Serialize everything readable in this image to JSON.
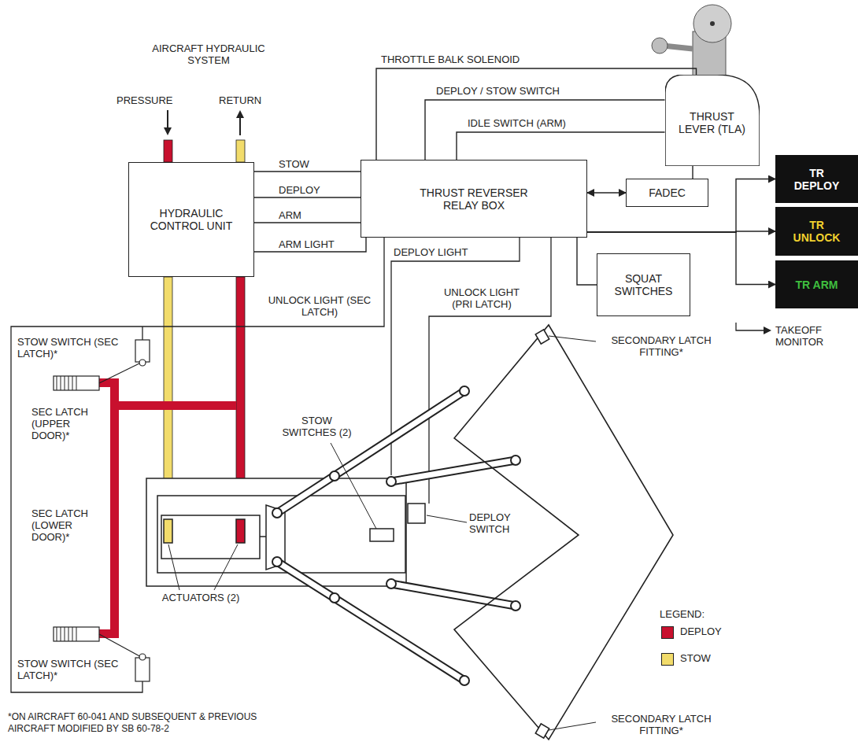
{
  "diagram": {
    "nodes": [
      {
        "text": [
          "HYDRAULIC CONTROL UNIT"
        ]
      },
      {
        "text": [
          "THRUST REVERSER RELAY BOX"
        ]
      },
      {
        "text": [
          "THRUST LEVER (TLA)"
        ]
      },
      {
        "text": [
          "FADEC"
        ]
      },
      {
        "text": [
          "SQUAT SWITCHES"
        ]
      },
      {
        "text": [
          "TR DEPLOY"
        ]
      },
      {
        "text": [
          "TR UNLOCK"
        ]
      },
      {
        "text": [
          "TR ARM"
        ]
      }
    ],
    "edges": [
      {
        "from": 0,
        "to": 1,
        "arrow": "none",
        "label": "STOW"
      },
      {
        "from": 0,
        "to": 1,
        "arrow": "none",
        "label": "DEPLOY"
      },
      {
        "from": 0,
        "to": 1,
        "arrow": "none",
        "label": "ARM"
      },
      {
        "from": 0,
        "to": 1,
        "arrow": "none",
        "label": "ARM LIGHT"
      },
      {
        "from": 1,
        "to": 2,
        "arrow": "none",
        "label": "THROTTLE BALK SOLENOID"
      },
      {
        "from": 1,
        "to": 2,
        "arrow": "none",
        "label": "DEPLOY / STOW SWITCH"
      },
      {
        "from": 1,
        "to": 2,
        "arrow": "none",
        "label": "IDLE SWITCH (ARM)"
      },
      {
        "from": 3,
        "to": 1,
        "arrow": "both"
      },
      {
        "from": 2,
        "to": 3,
        "arrow": "none"
      },
      {
        "from": 1,
        "to": 4,
        "arrow": "none"
      },
      {
        "from": 1,
        "to": 5,
        "arrow": "to"
      },
      {
        "from": 1,
        "to": 6,
        "arrow": "to"
      },
      {
        "from": 1,
        "to": 7,
        "arrow": "to"
      }
    ],
    "labels": [
      "AIRCRAFT HYDRAULIC SYSTEM",
      "PRESSURE",
      "RETURN",
      "DEPLOY LIGHT",
      "UNLOCK LIGHT (SEC LATCH)",
      "UNLOCK LIGHT (PRI LATCH)",
      "STOW SWITCH (SEC LATCH)*",
      "SEC LATCH (UPPER DOOR)*",
      "SEC LATCH (LOWER DOOR)*",
      "STOW SWITCH (SEC LATCH)*",
      "STOW SWITCHES (2)",
      "DEPLOY SWITCH",
      "ACTUATORS (2)",
      "SECONDARY LATCH FITTING*",
      "SECONDARY LATCH FITTING*",
      "TAKEOFF MONITOR",
      "LEGEND:",
      "*ON AIRCRAFT 60-041 AND SUBSEQUENT & PREVIOUS AIRCRAFT MODIFIED BY SB 60-78-2"
    ],
    "legend": [
      {
        "text": "DEPLOY",
        "color": "#c8102e"
      },
      {
        "text": "STOW",
        "color": "#f2dc6b"
      }
    ]
  }
}
